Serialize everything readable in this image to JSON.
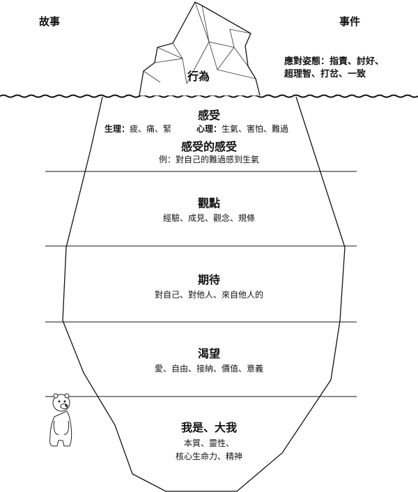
{
  "labels": {
    "left_top": "故事",
    "right_top": "事件"
  },
  "tip": {
    "title": "行為",
    "coping_line1": "應對姿態：指責、討好、",
    "coping_line2": "超理智、打岔、一致"
  },
  "layers": [
    {
      "title": "感受",
      "physio_label": "生理：",
      "physio_items": "疲、痛、緊",
      "psych_label": "心理：",
      "psych_items": "生氣、害怕、難過",
      "sub_title": "感受的感受",
      "sub_example": "例：對自己的難過感到生氣"
    },
    {
      "title": "觀點",
      "desc": "經驗、成見、觀念、規條"
    },
    {
      "title": "期待",
      "desc": "對自己、對他人、來自他人的"
    },
    {
      "title": "渴望",
      "desc": "愛、自由、接納、價值、意義"
    },
    {
      "title": "我是、大我",
      "desc_line1": "本質、靈性、",
      "desc_line2": "核心生命力、精神"
    }
  ]
}
